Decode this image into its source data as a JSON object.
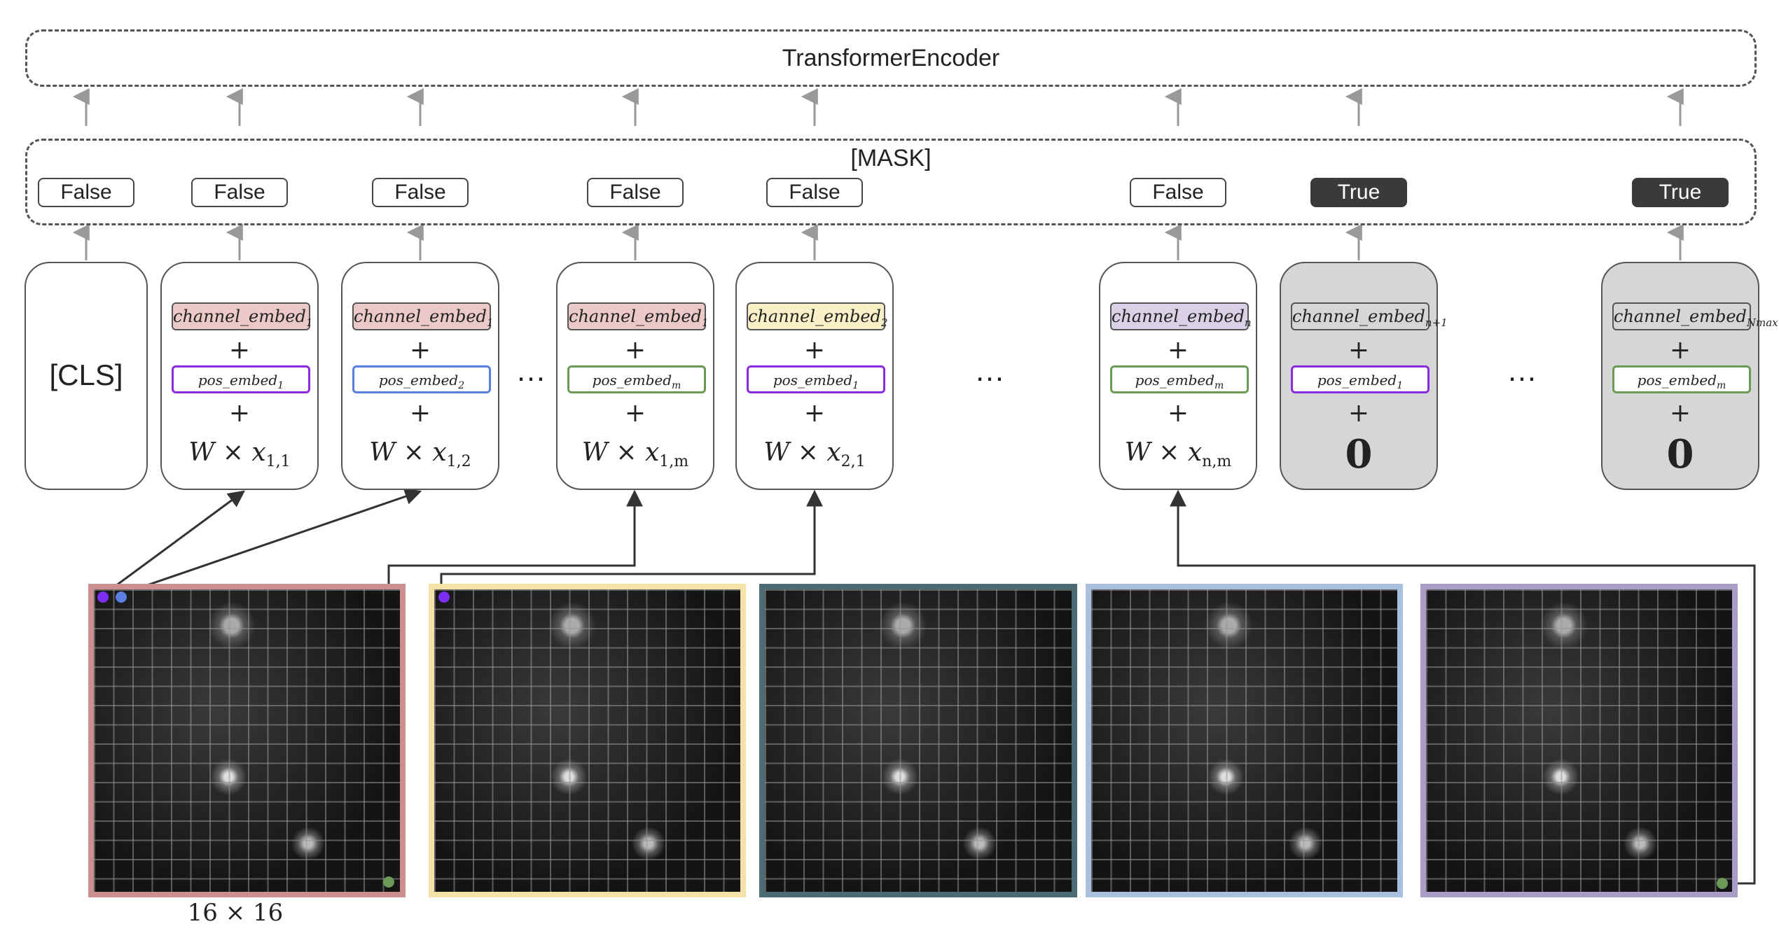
{
  "encoder": {
    "label": "TransformerEncoder"
  },
  "mask": {
    "label": "[MASK]"
  },
  "columns": [
    {
      "mask": "False",
      "mask_state": "false",
      "kind": "cls",
      "cls": "[CLS]"
    },
    {
      "mask": "False",
      "mask_state": "false",
      "kind": "token",
      "channel": "channel_embed",
      "channel_sub": "1",
      "channel_color": "#ebc9c9",
      "pos": "pos_embed",
      "pos_sub": "1",
      "pos_color": "#8a2be2",
      "w_sub": "1,1"
    },
    {
      "mask": "False",
      "mask_state": "false",
      "kind": "token",
      "channel": "channel_embed",
      "channel_sub": "1",
      "channel_color": "#ebc9c9",
      "pos": "pos_embed",
      "pos_sub": "2",
      "pos_color": "#5b7fe0",
      "w_sub": "1,2"
    },
    {
      "mask": "False",
      "mask_state": "false",
      "kind": "token",
      "channel": "channel_embed",
      "channel_sub": "1",
      "channel_color": "#ebc9c9",
      "pos": "pos_embed",
      "pos_sub": "m",
      "pos_color": "#6a9a55",
      "w_sub": "1,m"
    },
    {
      "mask": "False",
      "mask_state": "false",
      "kind": "token",
      "channel": "channel_embed",
      "channel_sub": "2",
      "channel_color": "#faf0c8",
      "pos": "pos_embed",
      "pos_sub": "1",
      "pos_color": "#8a2be2",
      "w_sub": "2,1"
    },
    {
      "mask": "False",
      "mask_state": "false",
      "kind": "token",
      "channel": "channel_embed",
      "channel_sub": "n",
      "channel_color": "#d9d1e6",
      "pos": "pos_embed",
      "pos_sub": "m",
      "pos_color": "#6a9a55",
      "w_sub": "n,m"
    },
    {
      "mask": "True",
      "mask_state": "true",
      "kind": "zero",
      "channel": "channel_embed",
      "channel_sub": "n+1",
      "channel_color": "#d6d6d6",
      "pos": "pos_embed",
      "pos_sub": "1",
      "pos_color": "#8a2be2",
      "zero": "0"
    },
    {
      "mask": "True",
      "mask_state": "true",
      "kind": "zero",
      "channel": "channel_embed",
      "channel_sub": "Nmax",
      "channel_color": "#d6d6d6",
      "pos": "pos_embed",
      "pos_sub": "m",
      "pos_color": "#6a9a55",
      "zero": "0"
    }
  ],
  "ellipsis": "…",
  "w_label": "W × x",
  "plus": "+",
  "images": [
    {
      "border_color": "#cc8f8f"
    },
    {
      "border_color": "#f5e2a8"
    },
    {
      "border_color": "#4d6b73"
    },
    {
      "border_color": "#a8c0de"
    },
    {
      "border_color": "#a99dc8"
    }
  ],
  "patch_size_label": "16 × 16",
  "dot_colors": {
    "purple": "#7b2ff0",
    "blue": "#5b7fe0",
    "green": "#6a9a55"
  }
}
